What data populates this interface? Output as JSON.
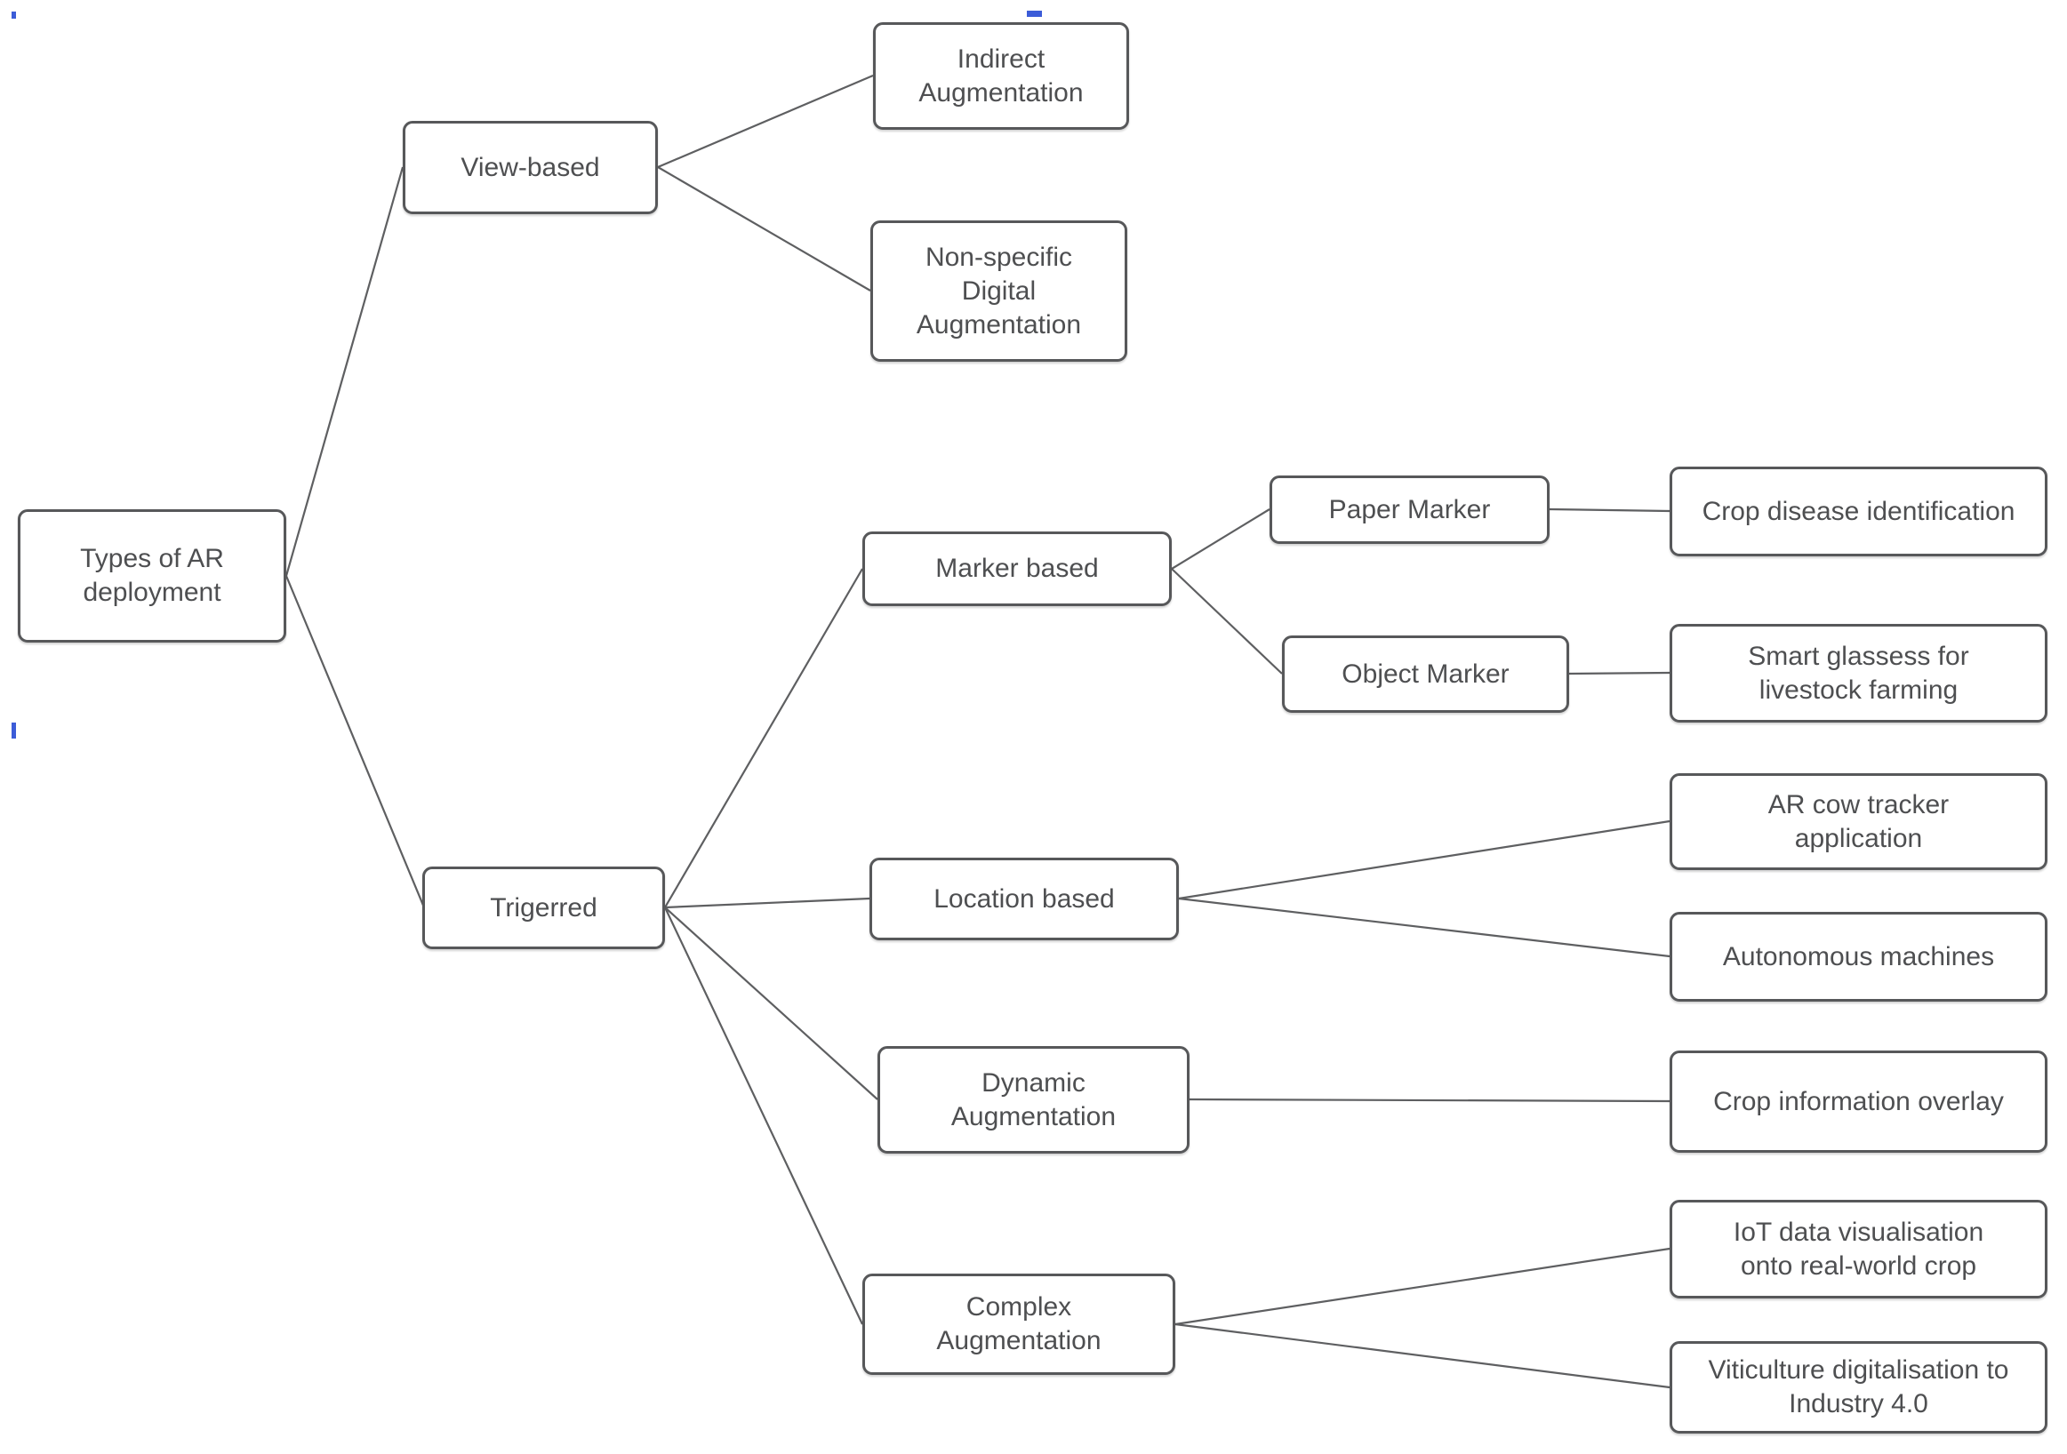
{
  "diagram": {
    "type": "tree",
    "title": "Types of AR deployment",
    "nodes": {
      "root": {
        "label": "Types of AR deployment",
        "lines": [
          "Types of AR",
          "deployment"
        ]
      },
      "view_based": {
        "label": "View-based",
        "lines": [
          "View-based"
        ]
      },
      "indirect": {
        "label": "Indirect Augmentation",
        "lines": [
          "Indirect",
          "Augmentation"
        ]
      },
      "non_specific": {
        "label": "Non-specific Digital Augmentation",
        "lines": [
          "Non-specific",
          "Digital",
          "Augmentation"
        ]
      },
      "trigerred": {
        "label": "Trigerred",
        "lines": [
          "Trigerred"
        ]
      },
      "marker_based": {
        "label": "Marker based",
        "lines": [
          "Marker based"
        ]
      },
      "paper_marker": {
        "label": "Paper Marker",
        "lines": [
          "Paper Marker"
        ]
      },
      "crop_disease": {
        "label": "Crop disease identification",
        "lines": [
          "Crop disease identification"
        ]
      },
      "object_marker": {
        "label": "Object Marker",
        "lines": [
          "Object Marker"
        ]
      },
      "smart_glasses": {
        "label": "Smart glassess for livestock farming",
        "lines": [
          "Smart glassess for",
          "livestock farming"
        ]
      },
      "location_based": {
        "label": "Location based",
        "lines": [
          "Location based"
        ]
      },
      "ar_cow": {
        "label": "AR cow tracker application",
        "lines": [
          "AR cow tracker",
          "application"
        ]
      },
      "autonomous": {
        "label": "Autonomous machines",
        "lines": [
          "Autonomous machines"
        ]
      },
      "dynamic_aug": {
        "label": "Dynamic Augmentation",
        "lines": [
          "Dynamic",
          "Augmentation"
        ]
      },
      "crop_overlay": {
        "label": "Crop information overlay",
        "lines": [
          "Crop information overlay"
        ]
      },
      "complex_aug": {
        "label": "Complex Augmentation",
        "lines": [
          "Complex",
          "Augmentation"
        ]
      },
      "iot": {
        "label": "IoT data visualisation onto real-world crop",
        "lines": [
          "IoT data visualisation",
          "onto real-world crop"
        ]
      },
      "viticulture": {
        "label": "Viticulture digitalisation to Industry 4.0",
        "lines": [
          "Viticulture digitalisation to",
          "Industry 4.0"
        ]
      }
    },
    "edges": [
      {
        "from": "root",
        "to": "view_based"
      },
      {
        "from": "root",
        "to": "trigerred"
      },
      {
        "from": "view_based",
        "to": "indirect"
      },
      {
        "from": "view_based",
        "to": "non_specific"
      },
      {
        "from": "trigerred",
        "to": "marker_based"
      },
      {
        "from": "trigerred",
        "to": "location_based"
      },
      {
        "from": "trigerred",
        "to": "dynamic_aug"
      },
      {
        "from": "trigerred",
        "to": "complex_aug"
      },
      {
        "from": "marker_based",
        "to": "paper_marker"
      },
      {
        "from": "marker_based",
        "to": "object_marker"
      },
      {
        "from": "paper_marker",
        "to": "crop_disease"
      },
      {
        "from": "object_marker",
        "to": "smart_glasses"
      },
      {
        "from": "location_based",
        "to": "ar_cow"
      },
      {
        "from": "location_based",
        "to": "autonomous"
      },
      {
        "from": "dynamic_aug",
        "to": "crop_overlay"
      },
      {
        "from": "complex_aug",
        "to": "iot"
      },
      {
        "from": "complex_aug",
        "to": "viticulture"
      }
    ],
    "colors": {
      "background": "#ffffff",
      "node_fill": "#ffffff",
      "node_border": "#57585a",
      "node_text": "#4e4f51",
      "connector": "#5e5f61",
      "cursor_artifact_blue": "#3c5cd8"
    }
  }
}
